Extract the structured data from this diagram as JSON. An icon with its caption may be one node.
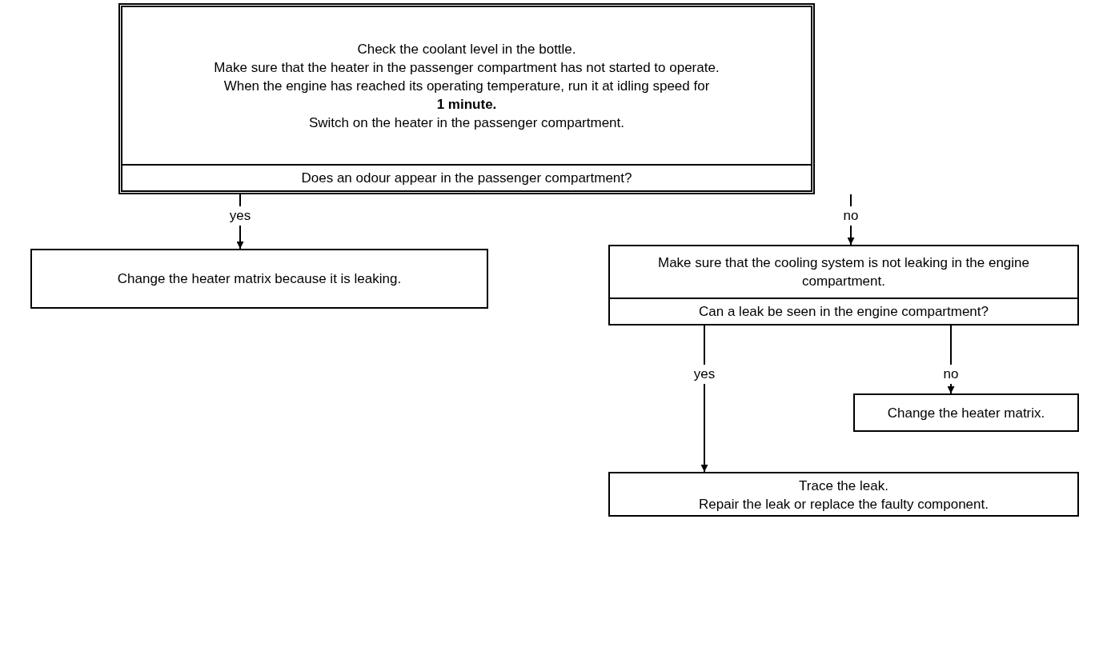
{
  "diagram": {
    "nodes": [
      {
        "text": [
          "Check the coolant level in the bottle.",
          "Make sure that the heater in the passenger compartment has not started to operate.",
          "When the engine has reached its operating temperature, run it at idling speed for **1 minute.**",
          "Switch on the heater in the passenger compartment.",
          "Does an odour appear in the passenger compartment?"
        ]
      },
      {
        "text": [
          "Change the heater matrix because it is leaking."
        ]
      },
      {
        "text": [
          "Make sure that the cooling system is not leaking in the engine compartment.",
          "Can a leak be seen in the engine compartment?"
        ]
      },
      {
        "text": [
          "Change the heater matrix."
        ]
      },
      {
        "text": [
          "Trace the leak.",
          "Repair the leak or replace the faulty component."
        ]
      }
    ],
    "edges": [
      {
        "from": 0,
        "to": 1,
        "arrow": "to",
        "label": "yes"
      },
      {
        "from": 0,
        "to": 2,
        "arrow": "to",
        "label": "no"
      },
      {
        "from": 2,
        "to": 3,
        "arrow": "to",
        "label": "no"
      },
      {
        "from": 2,
        "to": 4,
        "arrow": "to",
        "label": "yes"
      }
    ]
  }
}
